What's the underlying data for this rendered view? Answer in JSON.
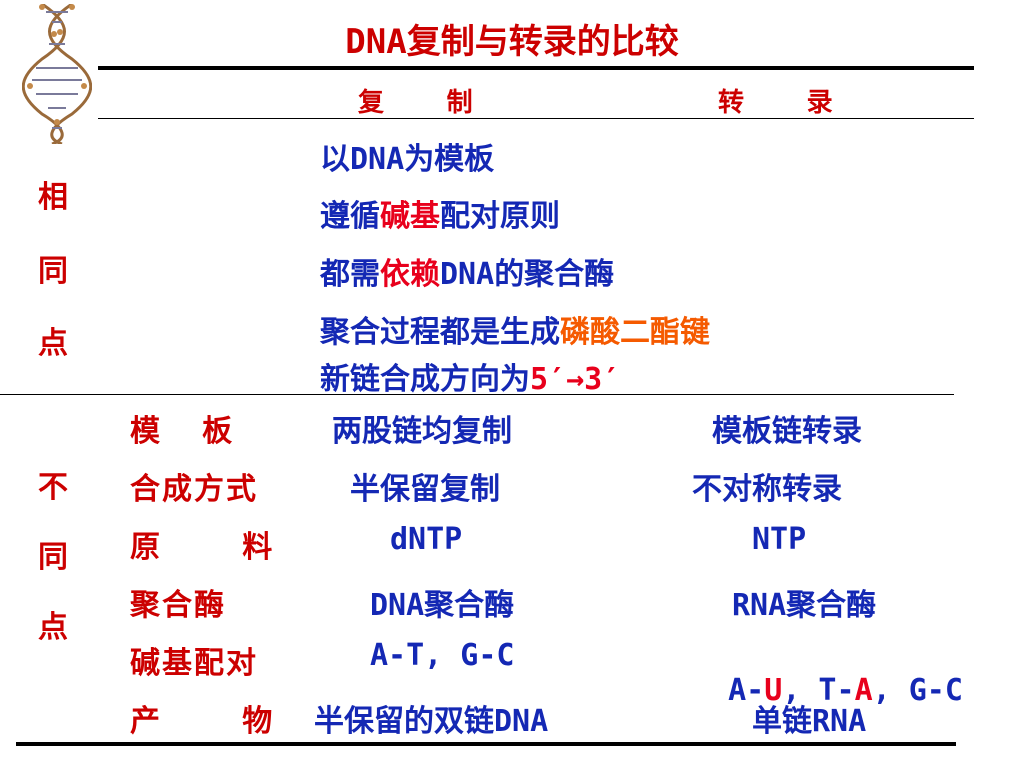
{
  "title": "DNA复制与转录的比较",
  "header": {
    "replication": "复    制",
    "transcription": "转    录"
  },
  "same_side_label": [
    "相",
    "同",
    "点"
  ],
  "same_points": {
    "p1_prefix": "以",
    "p1_dna": "DNA",
    "p1_suffix": "为模板",
    "p2_prefix": "遵循",
    "p2_highlight": "碱基",
    "p2_suffix": "配对原则",
    "p3_prefix": "都需",
    "p3_highlight": "依赖",
    "p3_dna": "DNA",
    "p3_suffix": "的聚合酶",
    "p4_prefix": "聚合过程都是生成",
    "p4_highlight": "磷酸二酯键",
    "p5_prefix": "新链合成方向为",
    "p5_direction": "5′→3′"
  },
  "diff_side_label": [
    "不",
    "同",
    "点"
  ],
  "diff_rows": [
    {
      "label": "模  板",
      "replication": "两股链均复制",
      "transcription": "模板链转录"
    },
    {
      "label": "合成方式",
      "replication": "半保留复制",
      "transcription": "不对称转录"
    },
    {
      "label": "原    料",
      "replication": "dNTP",
      "transcription": "NTP"
    },
    {
      "label": "聚合酶",
      "replication": "DNA聚合酶",
      "transcription": "RNA聚合酶"
    },
    {
      "label": "碱基配对",
      "replication": "A-T, G-C",
      "transcription_parts": [
        "A-",
        "U",
        ", T-",
        "A",
        ", G-C"
      ]
    },
    {
      "label": "产    物",
      "replication": "半保留的双链DNA",
      "transcription": "单链RNA"
    }
  ],
  "colors": {
    "title": "#cc0000",
    "body_text": "#1428b4",
    "highlight_red": "#e8001c",
    "highlight_orange": "#f55a00"
  },
  "icons": {
    "helix": "dna-helix-icon"
  }
}
